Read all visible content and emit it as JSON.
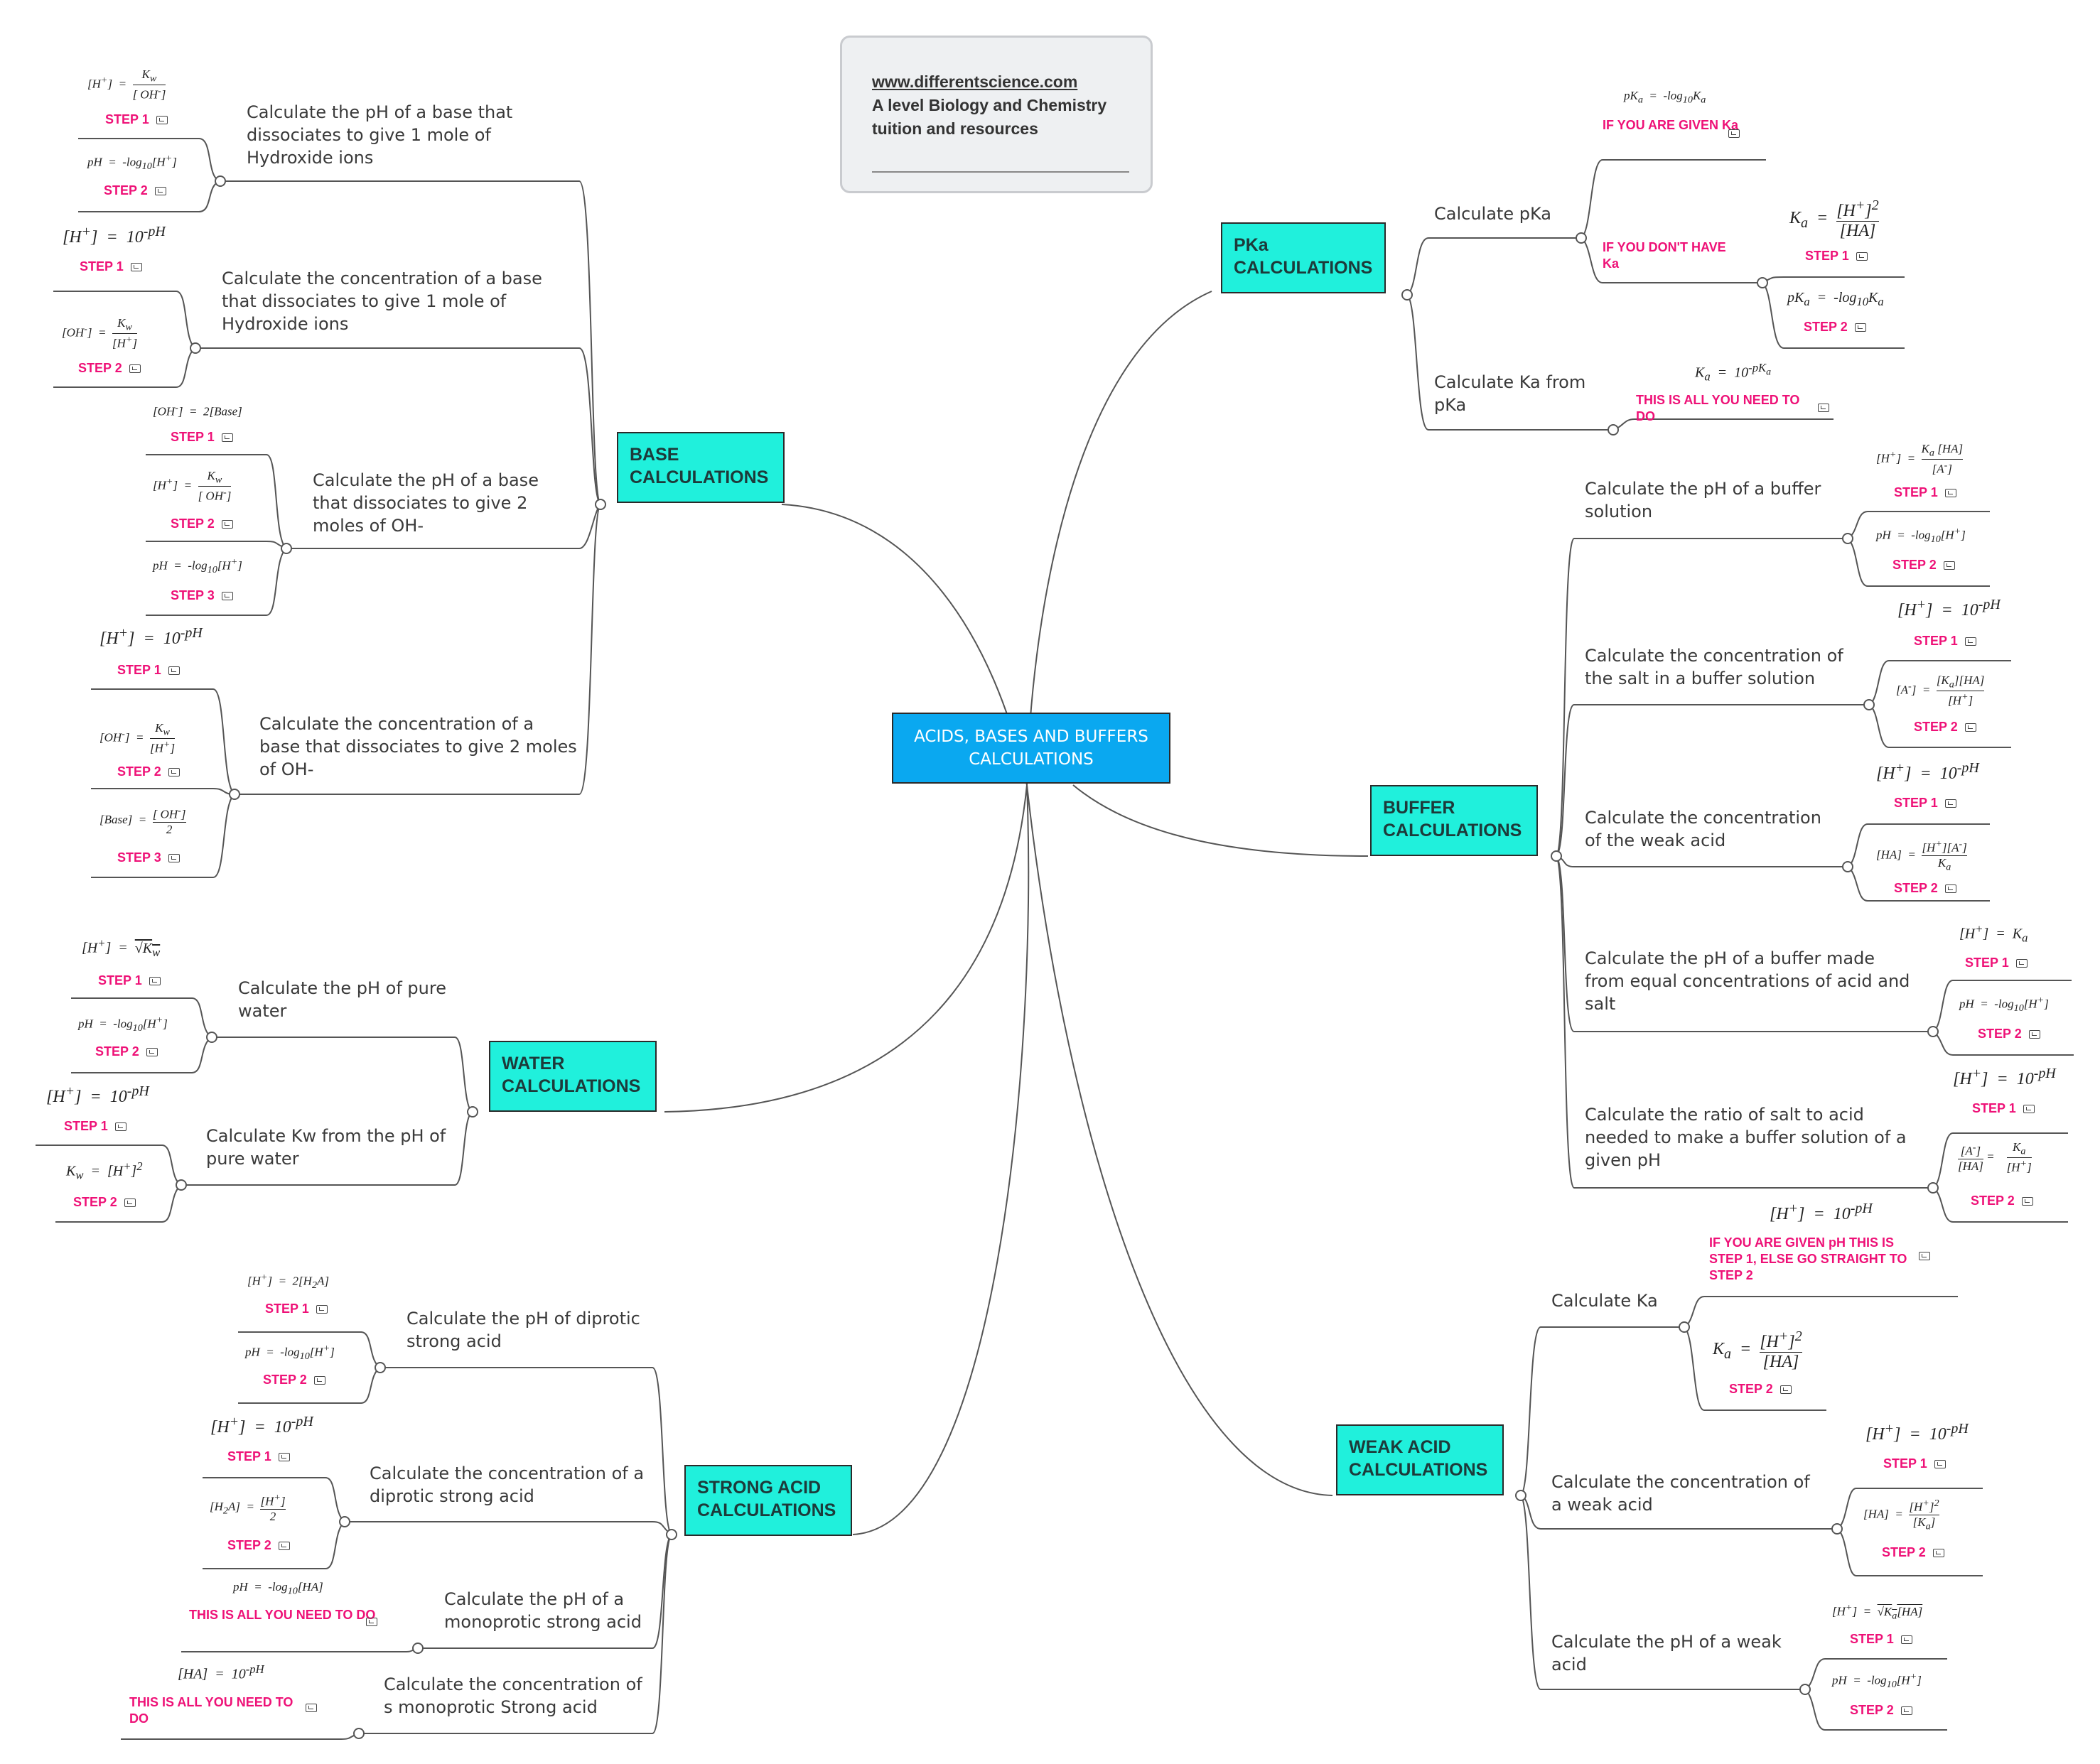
{
  "brand": {
    "url": "www.differentscience.com",
    "tagline": "A level Biology and Chemistry tuition and resources"
  },
  "central": "ACIDS, BASES AND BUFFERS CALCULATIONS",
  "categories": {
    "base": "BASE CALCULATIONS",
    "water": "WATER CALCULATIONS",
    "strong_acid": "STRONG ACID CALCULATIONS",
    "pka": "PKa CALCULATIONS",
    "buffer": "BUFFER CALCULATIONS",
    "weak_acid": "WEAK ACID CALCULATIONS"
  },
  "tasks": {
    "base_1": "Calculate the pH of a base that dissociates to give 1 mole of Hydroxide ions",
    "base_2": "Calculate the concentration of a base that dissociates to give 1 mole of Hydroxide ions",
    "base_3": "Calculate the pH of a base that dissociates to give 2 moles of OH-",
    "base_4": "Calculate the concentration of a base that dissociates to give 2 moles of OH-",
    "water_1": "Calculate the pH of pure water",
    "water_2": "Calculate Kw from the pH of pure water",
    "strong_1": "Calculate the pH of diprotic strong acid",
    "strong_2": "Calculate the concentration of a diprotic strong acid",
    "strong_3": "Calculate the pH of a monoprotic strong acid",
    "strong_4": "Calculate the concentration of s monoprotic Strong acid",
    "pka_1": "Calculate pKa",
    "pka_2": "Calculate Ka from pKa",
    "buffer_1": "Calculate the pH of a buffer solution",
    "buffer_2": "Calculate the concentration of the salt in a buffer solution",
    "buffer_3": "Calculate the concentration of the weak acid",
    "buffer_4": "Calculate the pH of a buffer made from equal concentrations of acid and salt",
    "buffer_5": "Calculate the ratio of salt to acid needed to make a buffer solution of a given pH",
    "weak_1": "Calculate Ka",
    "weak_2": "Calculate the concentration of a weak acid",
    "weak_3": "Calculate the pH of a weak acid"
  },
  "labels": {
    "step1": "STEP 1",
    "step2": "STEP 2",
    "step3": "STEP 3",
    "if_given_ka": "IF YOU ARE GIVEN Ka",
    "if_no_ka": "IF YOU DON'T HAVE Ka",
    "all_you_need": "THIS IS ALL YOU NEED TO DO",
    "given_ph": "IF YOU ARE GIVEN pH THIS IS STEP 1, ELSE GO STRAIGHT TO STEP 2"
  },
  "colors": {
    "category_fill": "#20f0dc",
    "central_fill": "#0aa8f0",
    "step_text": "#ee1177",
    "line": "#555555"
  }
}
